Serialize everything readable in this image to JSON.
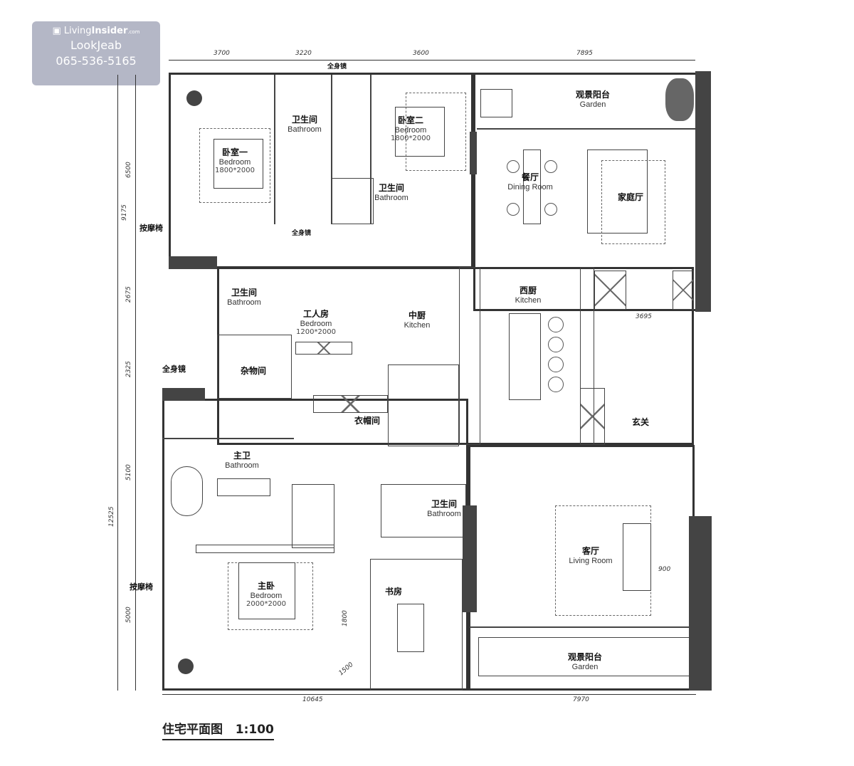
{
  "watermark": {
    "brand_prefix": "Living",
    "brand_bold": "Insider",
    "brand_suffix": ".com",
    "agent": "LookJeab",
    "phone": "065-536-5165"
  },
  "title": "住宅平面图",
  "scale": "1:100",
  "dimensions": {
    "top": [
      "3700",
      "3220",
      "3600",
      "7895"
    ],
    "left": [
      "9175",
      "6500",
      "2675",
      "2325",
      "12525",
      "5100",
      "5000"
    ],
    "bottom": [
      "10645",
      "7970"
    ],
    "inner": {
      "kitchen_width": "3695",
      "living_sofa": "900",
      "study": "1800",
      "master_table": "1500"
    }
  },
  "rooms": {
    "bedroom1": {
      "cn": "卧室一",
      "en": "Bedroom",
      "size": "1800*2000"
    },
    "bath1": {
      "cn": "卫生间",
      "en": "Bathroom"
    },
    "bedroom2": {
      "cn": "卧室二",
      "en": "Bedroom",
      "size": "1800*2000"
    },
    "bath2": {
      "cn": "卫生间",
      "en": "Bathroom"
    },
    "garden_top": {
      "cn": "观景阳台",
      "en": "Garden"
    },
    "dining": {
      "cn": "餐厅",
      "en": "Dining Room"
    },
    "family": {
      "cn": "家庭厅"
    },
    "bath3": {
      "cn": "卫生间",
      "en": "Bathroom"
    },
    "maid": {
      "cn": "工人房",
      "en": "Bedroom",
      "size": "1200*2000"
    },
    "chinese_kitchen": {
      "cn": "中厨",
      "en": "Kitchen"
    },
    "western_kitchen": {
      "cn": "西厨",
      "en": "Kitchen"
    },
    "storage": {
      "cn": "杂物间"
    },
    "closet": {
      "cn": "衣帽间"
    },
    "foyer": {
      "cn": "玄关"
    },
    "master_bath": {
      "cn": "主卫",
      "en": "Bathroom"
    },
    "bath4": {
      "cn": "卫生间",
      "en": "Bathroom"
    },
    "living": {
      "cn": "客厅",
      "en": "Living Room"
    },
    "study": {
      "cn": "书房"
    },
    "master": {
      "cn": "主卧",
      "en": "Bedroom",
      "size": "2000*2000"
    },
    "garden_bottom": {
      "cn": "观景阳台",
      "en": "Garden"
    }
  },
  "notes": {
    "massage_chair": "按摩椅",
    "mirror": "全身镜"
  }
}
